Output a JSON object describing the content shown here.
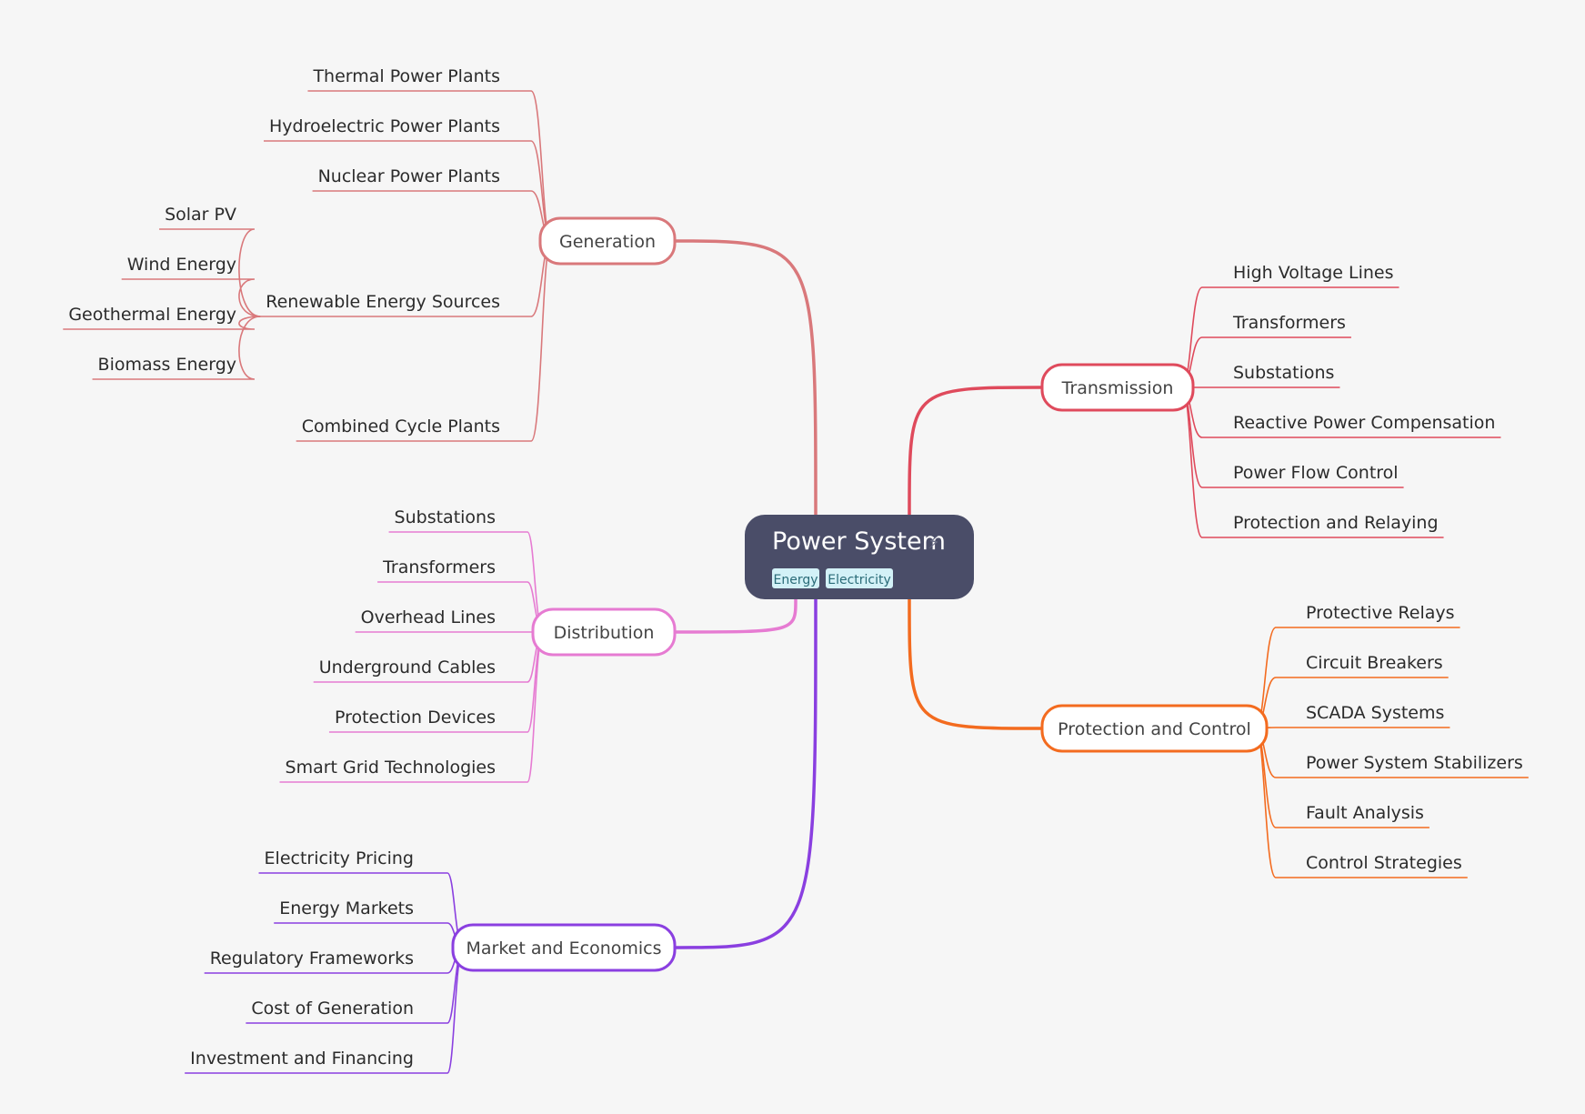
{
  "root": {
    "title": "Power System",
    "icon": "lightning-icon",
    "tags": [
      "Energy",
      "Electricity"
    ],
    "fill": "#4a4d68",
    "tag_fill": "#d3f1f7"
  },
  "branches": [
    {
      "id": "generation",
      "label": "Generation",
      "color": "#d9787b",
      "children": [
        {
          "label": "Thermal Power Plants"
        },
        {
          "label": "Hydroelectric Power Plants"
        },
        {
          "label": "Nuclear Power Plants"
        },
        {
          "label": "Renewable Energy Sources",
          "children": [
            {
              "label": "Solar PV"
            },
            {
              "label": "Wind Energy"
            },
            {
              "label": "Geothermal Energy"
            },
            {
              "label": "Biomass Energy"
            }
          ]
        },
        {
          "label": "Combined Cycle Plants"
        }
      ]
    },
    {
      "id": "transmission",
      "label": "Transmission",
      "color": "#df4a5c",
      "children": [
        {
          "label": "High Voltage Lines"
        },
        {
          "label": "Transformers"
        },
        {
          "label": "Substations"
        },
        {
          "label": "Reactive Power Compensation"
        },
        {
          "label": "Power Flow Control"
        },
        {
          "label": "Protection and Relaying"
        }
      ]
    },
    {
      "id": "distribution",
      "label": "Distribution",
      "color": "#e67bd2",
      "children": [
        {
          "label": "Substations"
        },
        {
          "label": "Transformers"
        },
        {
          "label": "Overhead Lines"
        },
        {
          "label": "Underground Cables"
        },
        {
          "label": "Protection Devices"
        },
        {
          "label": "Smart Grid Technologies"
        }
      ]
    },
    {
      "id": "protection",
      "label": "Protection and Control",
      "color": "#f36b1f",
      "children": [
        {
          "label": "Protective Relays"
        },
        {
          "label": "Circuit Breakers"
        },
        {
          "label": "SCADA Systems"
        },
        {
          "label": "Power System Stabilizers"
        },
        {
          "label": "Fault Analysis"
        },
        {
          "label": "Control Strategies"
        }
      ]
    },
    {
      "id": "market",
      "label": "Market and Economics",
      "color": "#8a3fe0",
      "children": [
        {
          "label": "Electricity Pricing"
        },
        {
          "label": "Energy Markets"
        },
        {
          "label": "Regulatory Frameworks"
        },
        {
          "label": "Cost of Generation"
        },
        {
          "label": "Investment and Financing"
        }
      ]
    }
  ]
}
